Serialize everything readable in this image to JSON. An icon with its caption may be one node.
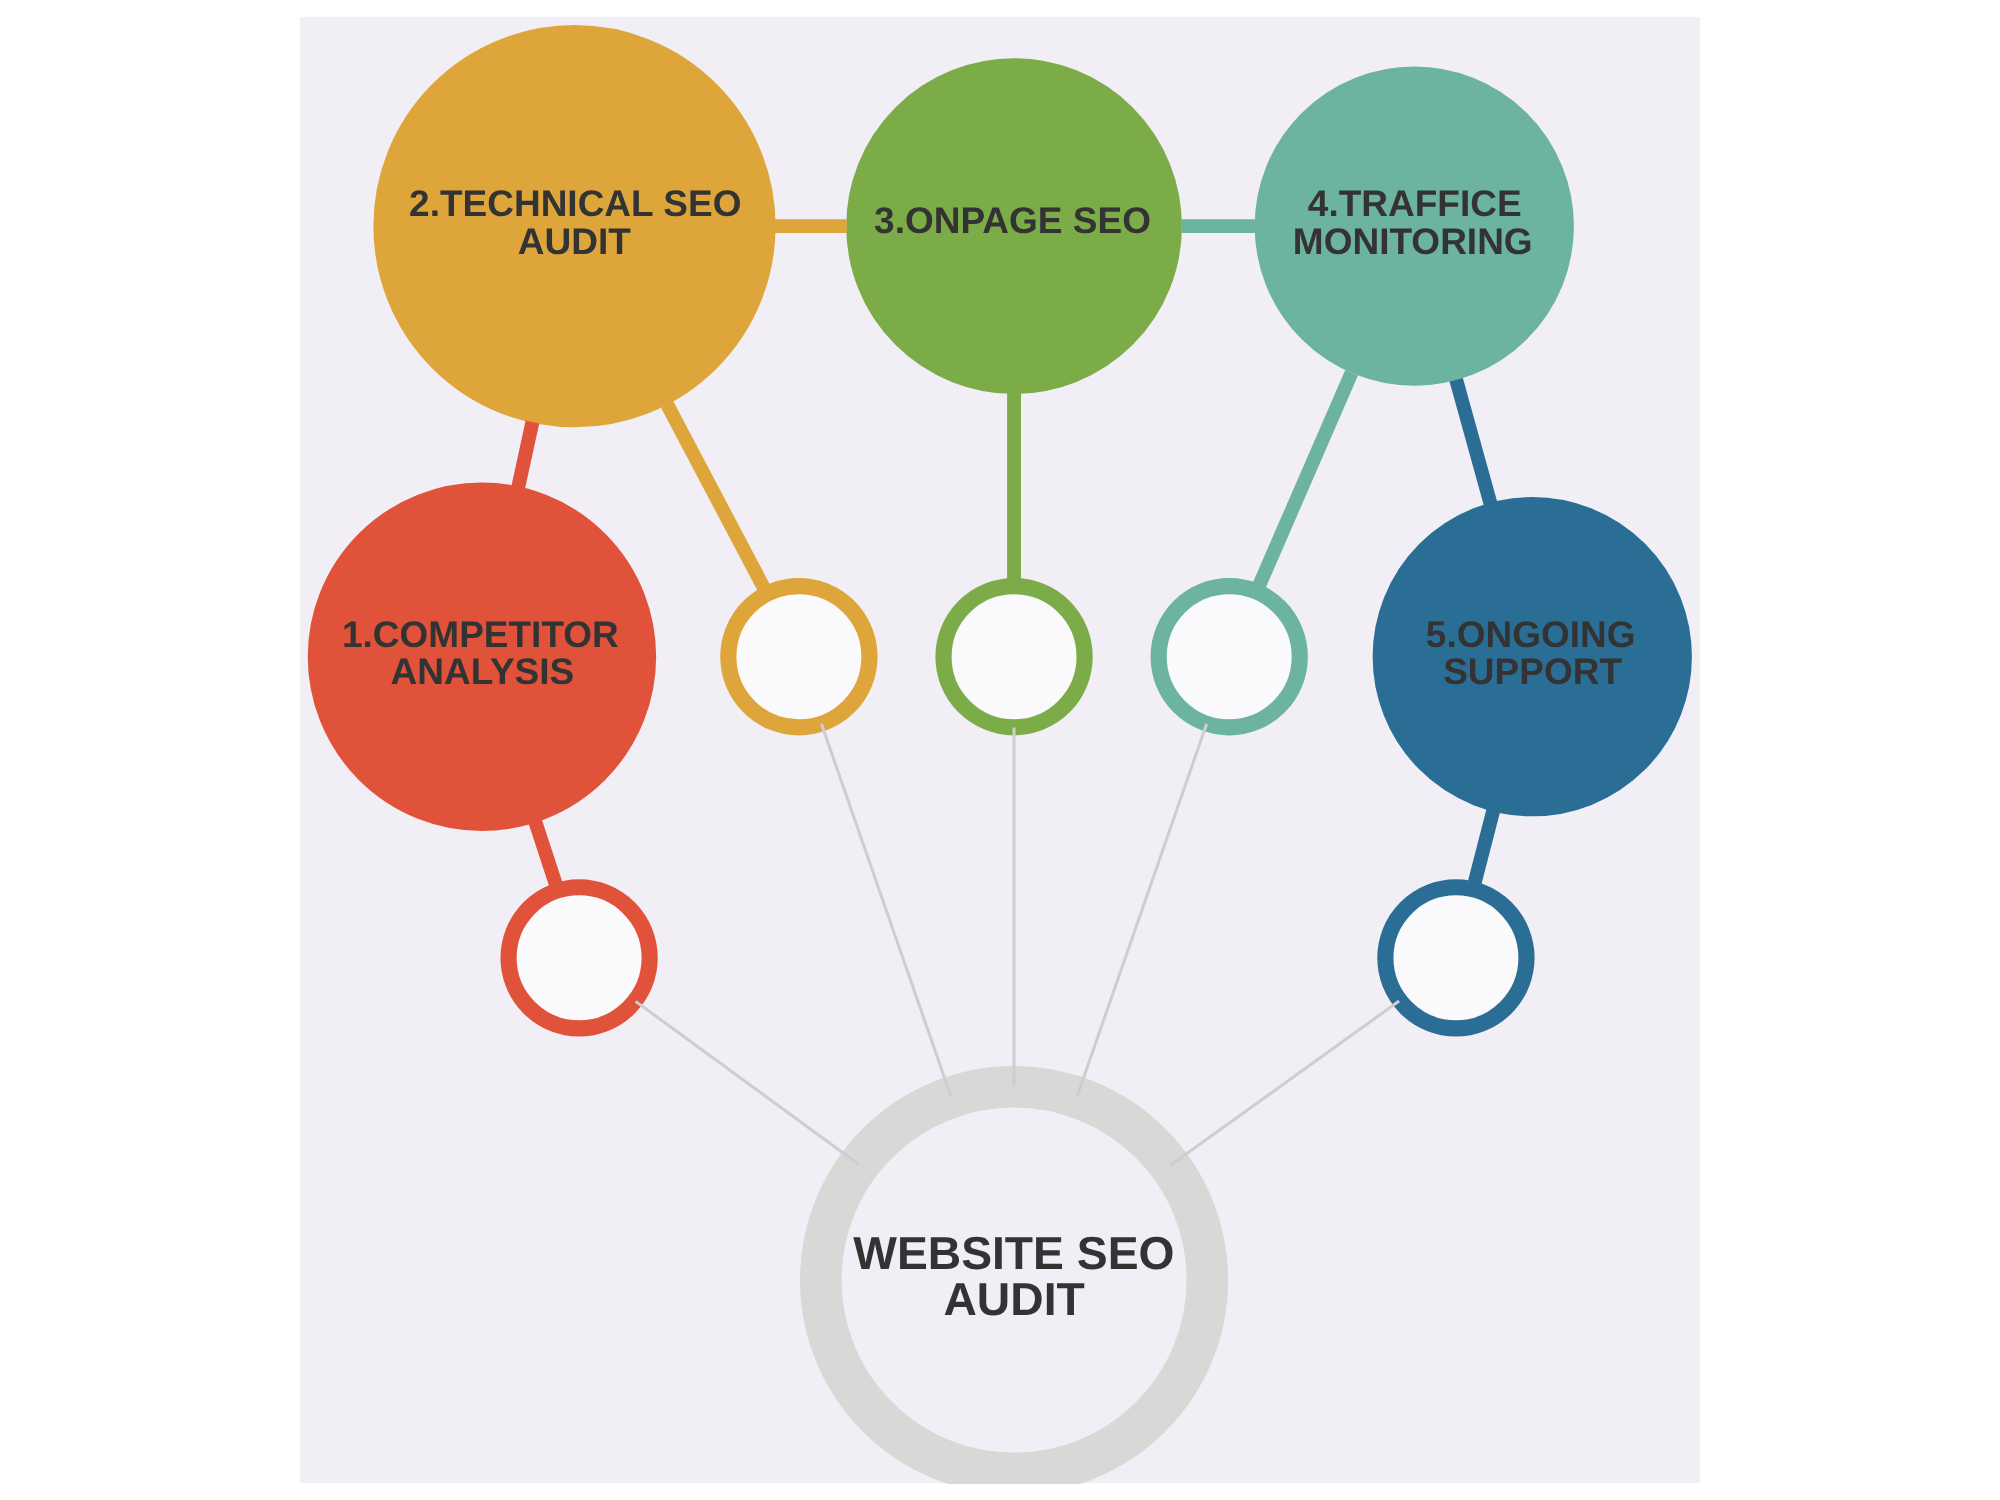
{
  "diagram": {
    "nodes": [
      {
        "text": [
          "1.COMPETITOR ANALYSIS"
        ]
      },
      {
        "text": [],
        "shape": "circle"
      },
      {
        "text": [
          "2.TECHNICAL SEO AUDIT"
        ]
      },
      {
        "text": [],
        "shape": "circle"
      },
      {
        "text": [
          "3.ONPAGE SEO"
        ]
      },
      {
        "text": [],
        "shape": "circle"
      },
      {
        "text": [
          "4.TRAFFICE MONITORING"
        ]
      },
      {
        "text": [],
        "shape": "circle"
      },
      {
        "text": [
          "5.ONGOING SUPPORT"
        ]
      },
      {
        "text": [],
        "shape": "circle"
      },
      {
        "text": [
          "WEBSITE SEO AUDIT"
        ]
      }
    ],
    "edges": [
      {
        "from": 10,
        "to": 1,
        "arrow": "none"
      },
      {
        "from": 10,
        "to": 3,
        "arrow": "none"
      },
      {
        "from": 10,
        "to": 5,
        "arrow": "none"
      },
      {
        "from": 10,
        "to": 7,
        "arrow": "none"
      },
      {
        "from": 10,
        "to": 9,
        "arrow": "none"
      },
      {
        "from": 1,
        "to": 0,
        "arrow": "none",
        "color": "#e0533a"
      },
      {
        "from": 3,
        "to": 2,
        "arrow": "none",
        "color": "#dea63a"
      },
      {
        "from": 5,
        "to": 4,
        "arrow": "none",
        "color": "#7cac48"
      },
      {
        "from": 7,
        "to": 6,
        "arrow": "none",
        "color": "#6cb3a0"
      },
      {
        "from": 9,
        "to": 8,
        "arrow": "none",
        "color": "#2a6e96"
      },
      {
        "from": 0,
        "to": 2,
        "arrow": "none",
        "color": "#e0533a"
      },
      {
        "from": 2,
        "to": 4,
        "arrow": "none",
        "color": "#dea63a"
      },
      {
        "from": 6,
        "to": 4,
        "arrow": "none",
        "color": "#6cb3a0"
      },
      {
        "from": 8,
        "to": 6,
        "arrow": "none",
        "color": "#2a6e96"
      }
    ]
  }
}
